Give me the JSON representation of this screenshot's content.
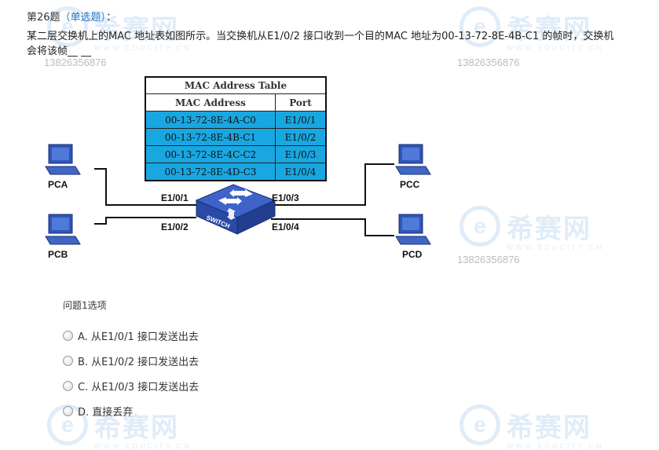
{
  "question": {
    "number_label": "第26题",
    "type_label": "（单选题）",
    "colon": "：",
    "text_line1": "某二层交换机上的MAC 地址表如图所示。当交换机从E1/0/2 接口收到一个目的MAC 地址为00-13-72-8E-4B-C1 的帧时，交换机",
    "text_line2": "会将该帧__ __"
  },
  "diagram": {
    "table_caption": "MAC Address Table",
    "col_mac": "MAC Address",
    "col_port": "Port",
    "rows": [
      {
        "mac": "00-13-72-8E-4A-C0",
        "port": "E1/0/1"
      },
      {
        "mac": "00-13-72-8E-4B-C1",
        "port": "E1/0/2"
      },
      {
        "mac": "00-13-72-8E-4C-C2",
        "port": "E1/0/3"
      },
      {
        "mac": "00-13-72-8E-4D-C3",
        "port": "E1/0/4"
      }
    ],
    "pcs": {
      "pca": "PCA",
      "pcb": "PCB",
      "pcc": "PCC",
      "pcd": "PCD"
    },
    "ports": {
      "p1": "E1/0/1",
      "p2": "E1/0/2",
      "p3": "E1/0/3",
      "p4": "E1/0/4"
    },
    "switch_label": "SWITCH"
  },
  "options": {
    "title": "问题1选项",
    "items": [
      {
        "label": "A. 从E1/0/1 接口发送出去"
      },
      {
        "label": "B. 从E1/0/2 接口发送出去"
      },
      {
        "label": "C. 从E1/0/3 接口发送出去"
      },
      {
        "label": "D. 直接丢弃"
      }
    ]
  },
  "watermark": {
    "logo_letter": "e",
    "name": "希赛网",
    "site": "WWW.EDUCITY.CN",
    "phone": "13826356876"
  },
  "colors": {
    "accent": "#1a73c9",
    "table_row": "#19a7e2"
  }
}
